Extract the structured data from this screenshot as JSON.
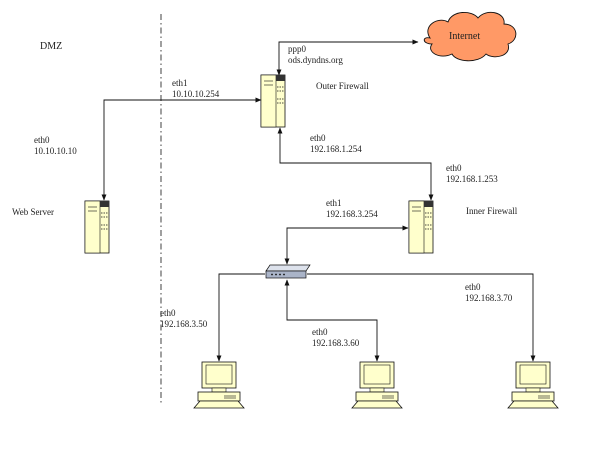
{
  "colors": {
    "device": "#ffffcc",
    "cloud": "#ff9966",
    "hub": "#aab4c8",
    "stroke": "#111111"
  },
  "zone_label": "DMZ",
  "nodes": {
    "internet": "Internet",
    "outer_firewall": "Outer Firewall",
    "inner_firewall": "Inner Firewall",
    "web_server": "Web Server"
  },
  "interfaces": {
    "outer_ppp0": {
      "name": "ppp0",
      "address": "ods.dyndns.org"
    },
    "outer_eth1": {
      "name": "eth1",
      "address": "10.10.10.254"
    },
    "outer_eth0": {
      "name": "eth0",
      "address": "192.168.1.254"
    },
    "web_eth0": {
      "name": "eth0",
      "address": "10.10.10.10"
    },
    "inner_eth0": {
      "name": "eth0",
      "address": "192.168.1.253"
    },
    "inner_eth1": {
      "name": "eth1",
      "address": "192.168.3.254"
    },
    "pc1_eth0": {
      "name": "eth0",
      "address": "192.168.3.50"
    },
    "pc2_eth0": {
      "name": "eth0",
      "address": "192.168.3.60"
    },
    "pc3_eth0": {
      "name": "eth0",
      "address": "192.168.3.70"
    }
  },
  "icons": {
    "server": "tower-server-icon",
    "workstation": "desktop-computer-icon",
    "hub": "network-hub-icon",
    "cloud": "cloud-icon"
  }
}
